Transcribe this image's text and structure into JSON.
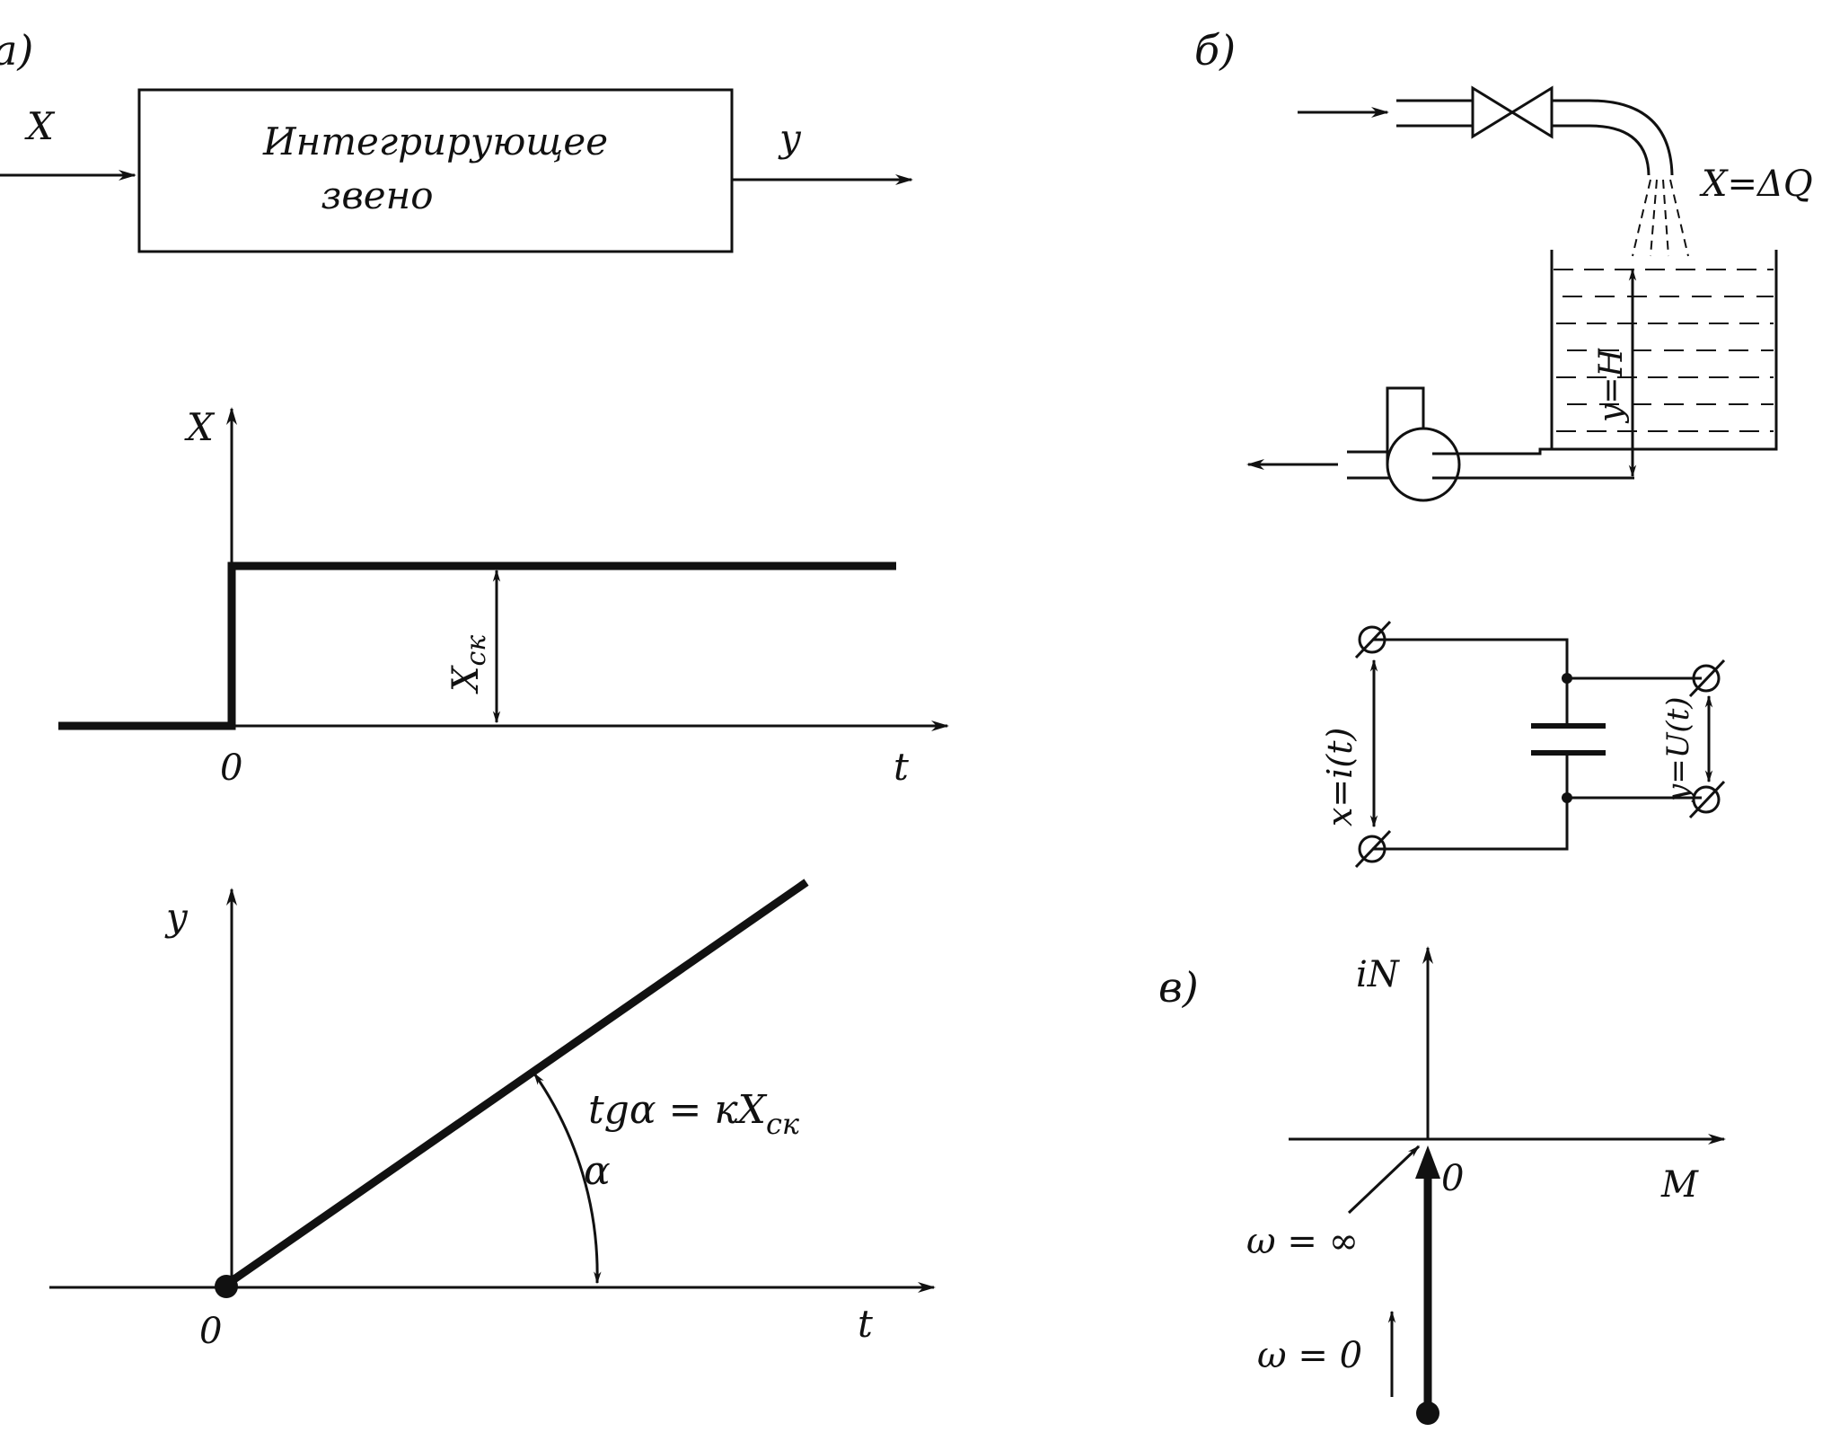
{
  "panel_a": {
    "label": "a)",
    "block_line1": "Интегрирующее",
    "block_line2": "звено",
    "input": "X",
    "output": "y"
  },
  "step_plot": {
    "y_axis": "X",
    "x_axis": "t",
    "origin": "0",
    "step_label": "X",
    "step_sub": "ск"
  },
  "ramp_plot": {
    "y_axis": "y",
    "x_axis": "t",
    "origin": "0",
    "angle": "α",
    "formula_main": "tgα = кX",
    "formula_sub": "ск"
  },
  "panel_b": {
    "label": "б)",
    "flow_label": "X=ΔQ",
    "level_label": "y=H",
    "current_label": "x=i(t)",
    "voltage_label": "y=U(t)"
  },
  "panel_v": {
    "label": "в)",
    "y_axis": "iN",
    "x_axis": "M",
    "origin": "0",
    "omega_inf": "ω = ∞",
    "omega_zero": "ω = 0"
  }
}
